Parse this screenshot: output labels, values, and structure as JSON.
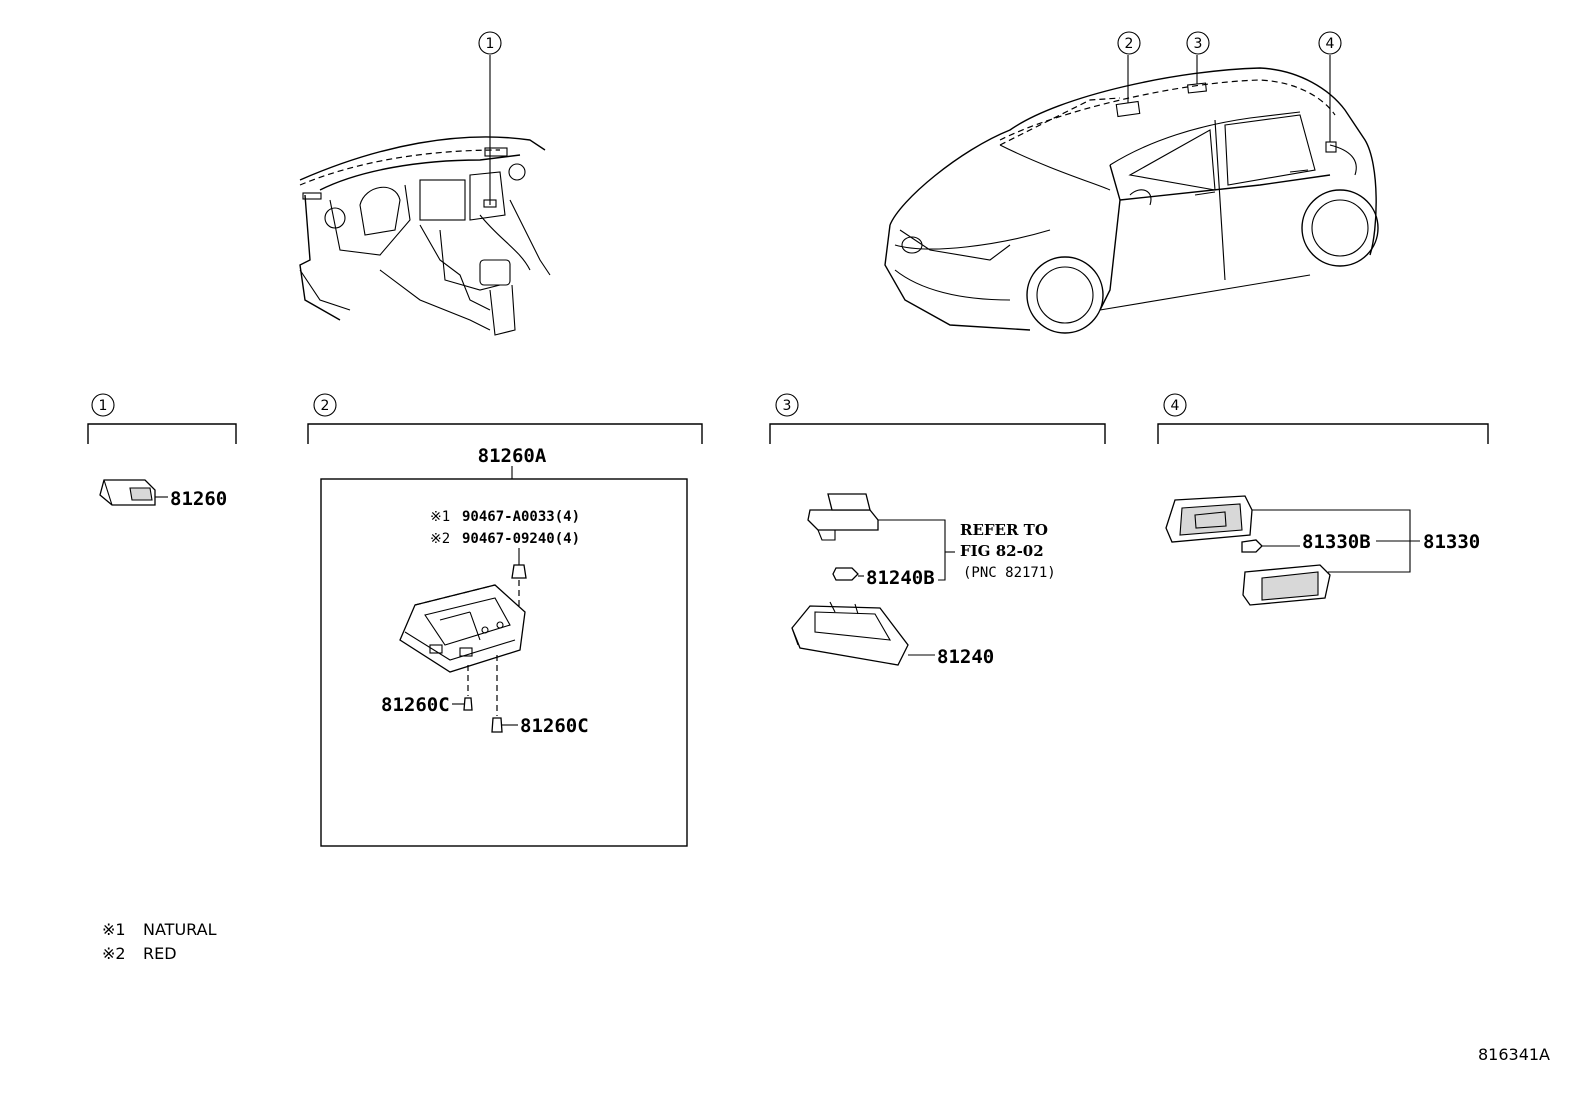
{
  "callouts": [
    "1",
    "2",
    "3",
    "4"
  ],
  "sections": [
    {
      "number": "1"
    },
    {
      "number": "2",
      "assembly_label": "81260A"
    },
    {
      "number": "3"
    },
    {
      "number": "4"
    }
  ],
  "parts": {
    "p81260": "81260",
    "p81260A": "81260A",
    "screw_note1_mark": "※1",
    "screw_note1": "90467-A0033(4)",
    "screw_note2_mark": "※2",
    "screw_note2": "90467-09240(4)",
    "p81260C_left": "81260C",
    "p81260C_right": "81260C",
    "p81240B": "81240B",
    "p81240": "81240",
    "refer_line1": "REFER TO",
    "refer_line2": "FIG 82-02",
    "refer_line3": "(PNC 82171)",
    "p81330B": "81330B",
    "p81330": "81330"
  },
  "legend": [
    {
      "mark": "※1",
      "text": "NATURAL"
    },
    {
      "mark": "※2",
      "text": "RED"
    }
  ],
  "figure_id": "816341A"
}
